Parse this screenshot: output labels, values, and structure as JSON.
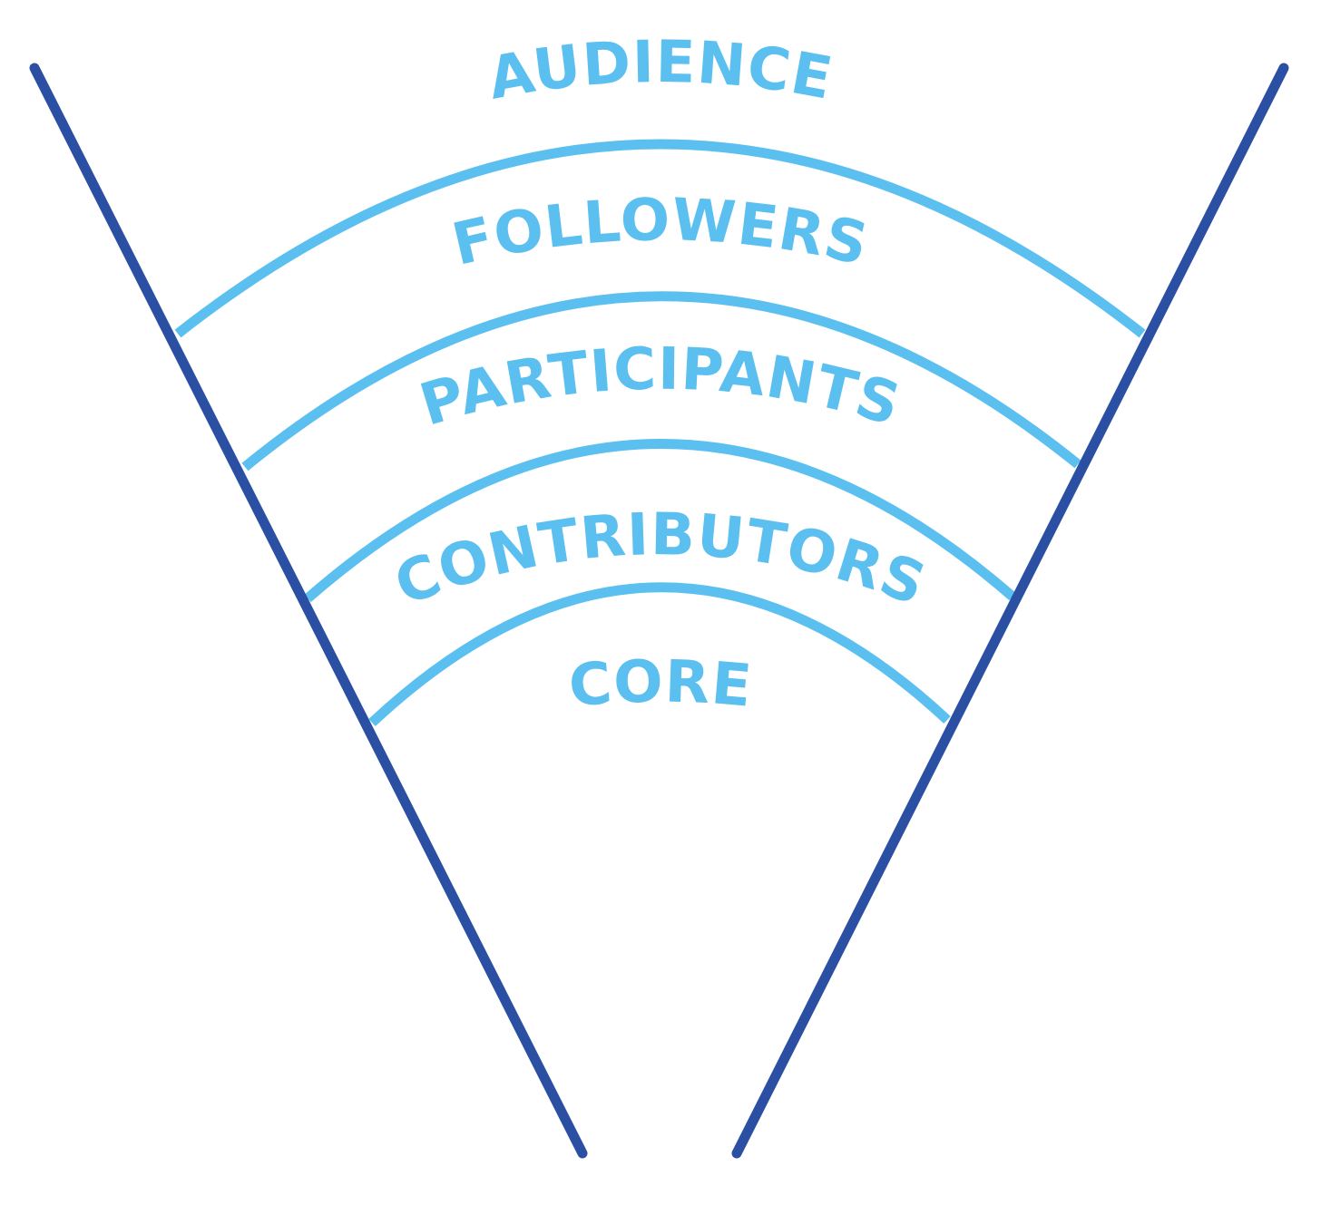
{
  "colors": {
    "funnel": "#2a4fa3",
    "ring": "#5bc0f0",
    "label": "#5bc0f0",
    "background": "#ffffff"
  },
  "layers": [
    {
      "id": "audience",
      "label": "AUDIENCE"
    },
    {
      "id": "followers",
      "label": "FOLLOWERS"
    },
    {
      "id": "participants",
      "label": "PARTICIPANTS"
    },
    {
      "id": "contributors",
      "label": "CONTRIBUTORS"
    },
    {
      "id": "core",
      "label": "CORE"
    }
  ]
}
